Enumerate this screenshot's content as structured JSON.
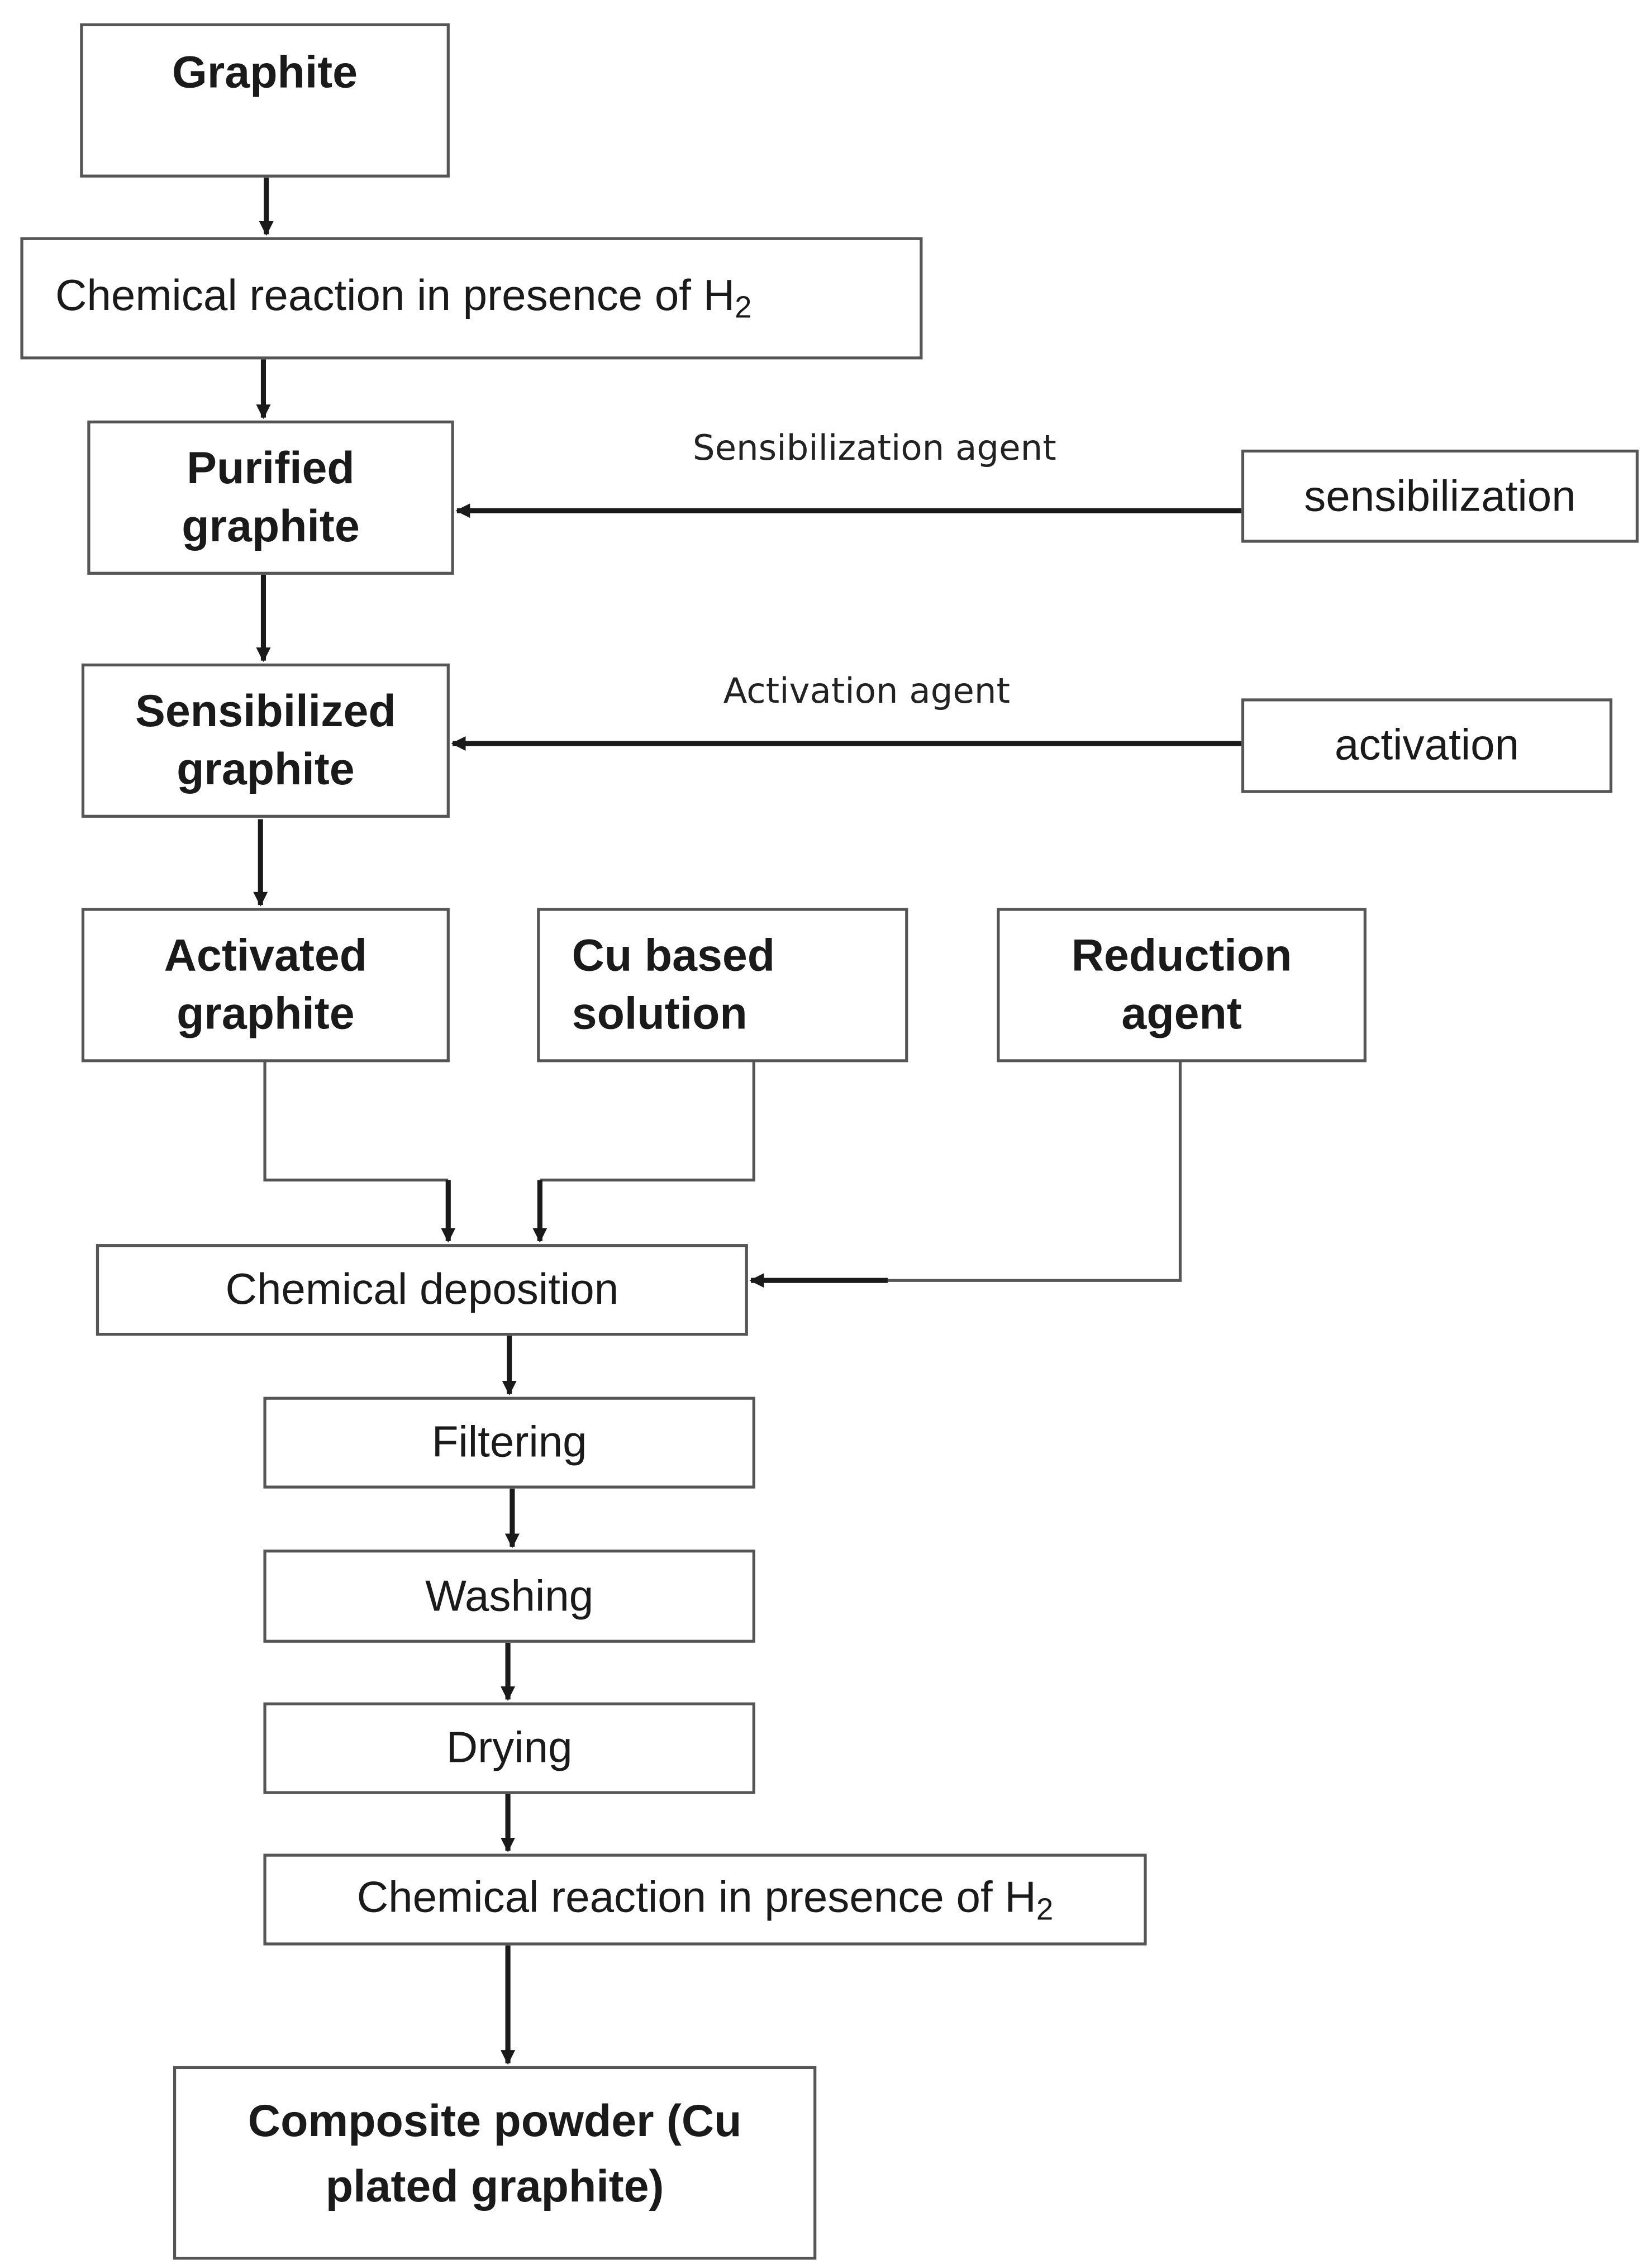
{
  "diagram": {
    "nodes": {
      "graphite": "Graphite",
      "reaction_h2_1": {
        "text": "Chemical reaction in presence of H",
        "sub": "2"
      },
      "purified": "Purified\ngraphite",
      "sensibilization": "sensibilization",
      "sensibilized": "Sensibilized\ngraphite",
      "activation": "activation",
      "activated": "Activated\ngraphite",
      "cu_solution": "Cu based\nsolution",
      "reduction": "Reduction\nagent",
      "deposition": "Chemical deposition",
      "filtering": "Filtering",
      "washing": "Washing",
      "drying": "Drying",
      "reaction_h2_2": {
        "text": "Chemical reaction in presence of H",
        "sub": "2"
      },
      "composite": "Composite powder (Cu\nplated graphite)"
    },
    "edge_labels": {
      "sensibilization_agent": "Sensibilization agent",
      "activation_agent": "Activation agent"
    },
    "colors": {
      "line": "#1a1a1a",
      "box_border": "#555555"
    }
  }
}
